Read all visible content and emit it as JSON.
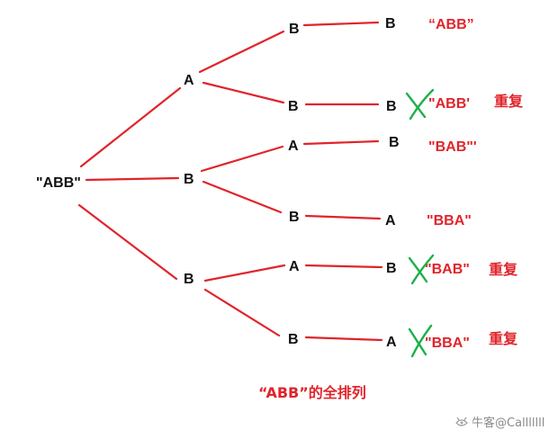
{
  "colors": {
    "edge": "#e0242b",
    "result": "#e0242b",
    "node": "#111111",
    "cross": "#1db04a",
    "watermark": "#8a8a8a"
  },
  "root": "\"ABB\"",
  "level1": [
    "A",
    "B",
    "B"
  ],
  "level2": [
    "B",
    "B",
    "A",
    "B",
    "A",
    "B"
  ],
  "level3": [
    "B",
    "B",
    "B",
    "A",
    "B",
    "A"
  ],
  "results": [
    "“ABB”",
    "\"ABB'",
    "\"BAB\"'",
    "\"BBA\"",
    "\"BAB\"",
    "\"BBA\""
  ],
  "duplicate_label": "重复",
  "caption": "“ABB”的全排列",
  "watermark": {
    "icon": "nowcoder-logo-icon",
    "text": "牛客@Calllllll"
  }
}
